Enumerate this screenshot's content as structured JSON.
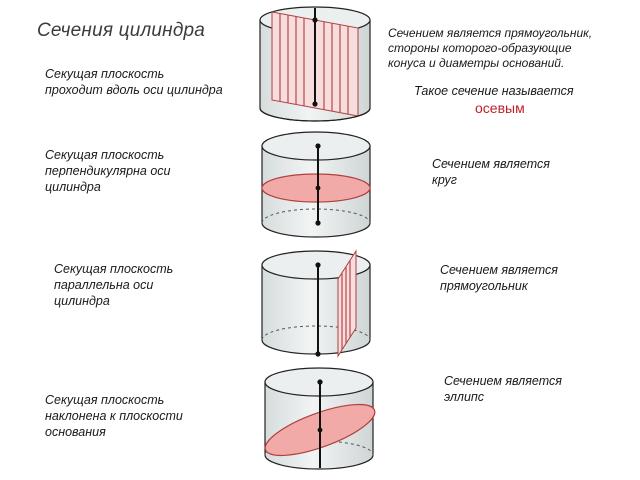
{
  "title": "Сечения цилиндра",
  "rows": [
    {
      "left_text": "Секущая плоскость\nпроходит вдоль оси цилиндра",
      "right_text": "Сечением является прямоугольник,\nстороны которого-образующие\nконуса и диаметры оснований.",
      "note": "Такое сечение называется",
      "term": "осевым"
    },
    {
      "left_text": "Секущая плоскость\nперпендикулярна оси\nцилиндра",
      "right_text": "Сечением является\nкруг"
    },
    {
      "left_text": "Секущая плоскость\nпараллельна оси\nцилиндра",
      "right_text": "Сечением является\nпрямоугольник"
    },
    {
      "left_text": "Секущая плоскость\nнаклонена к плоскости\nоснования",
      "right_text": "Сечением является\nэллипс"
    }
  ],
  "colors": {
    "cylinder_fill": "#e4e8e8",
    "cylinder_edge": "#222222",
    "section_fill": "#f2aaa8",
    "section_edge": "#b04040",
    "accent_text": "#c0202a"
  }
}
